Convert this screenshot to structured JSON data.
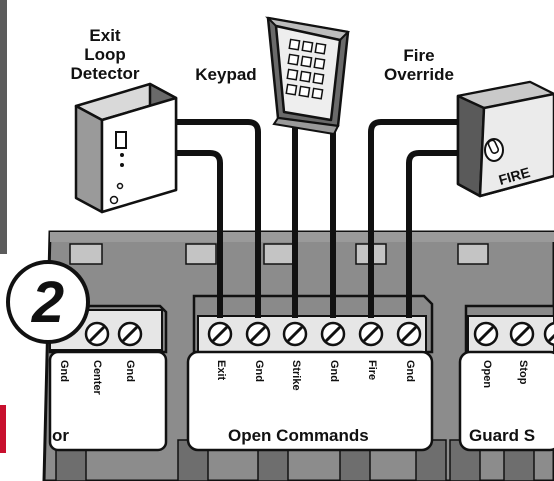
{
  "diagram": {
    "step_number": "2",
    "devices": {
      "exit_loop_detector": "Exit\nLoop\nDetector",
      "keypad": "Keypad",
      "fire_override": "Fire\nOverride",
      "fire_button_text": "FIRE"
    },
    "left_group": {
      "terminals": [
        "Gnd",
        "Center",
        "Gnd"
      ],
      "label": "or"
    },
    "open_commands": {
      "terminals": [
        "Exit",
        "Gnd",
        "Strike",
        "Gnd",
        "Fire",
        "Gnd"
      ],
      "label": "Open Commands"
    },
    "guard_group": {
      "terminals": [
        "Open",
        "Stop"
      ],
      "label": "Guard S"
    },
    "colors": {
      "board": "#8c8c8c",
      "board_dark": "#6e6e6e",
      "wire": "#111111",
      "accent_red": "#c8102e"
    }
  }
}
